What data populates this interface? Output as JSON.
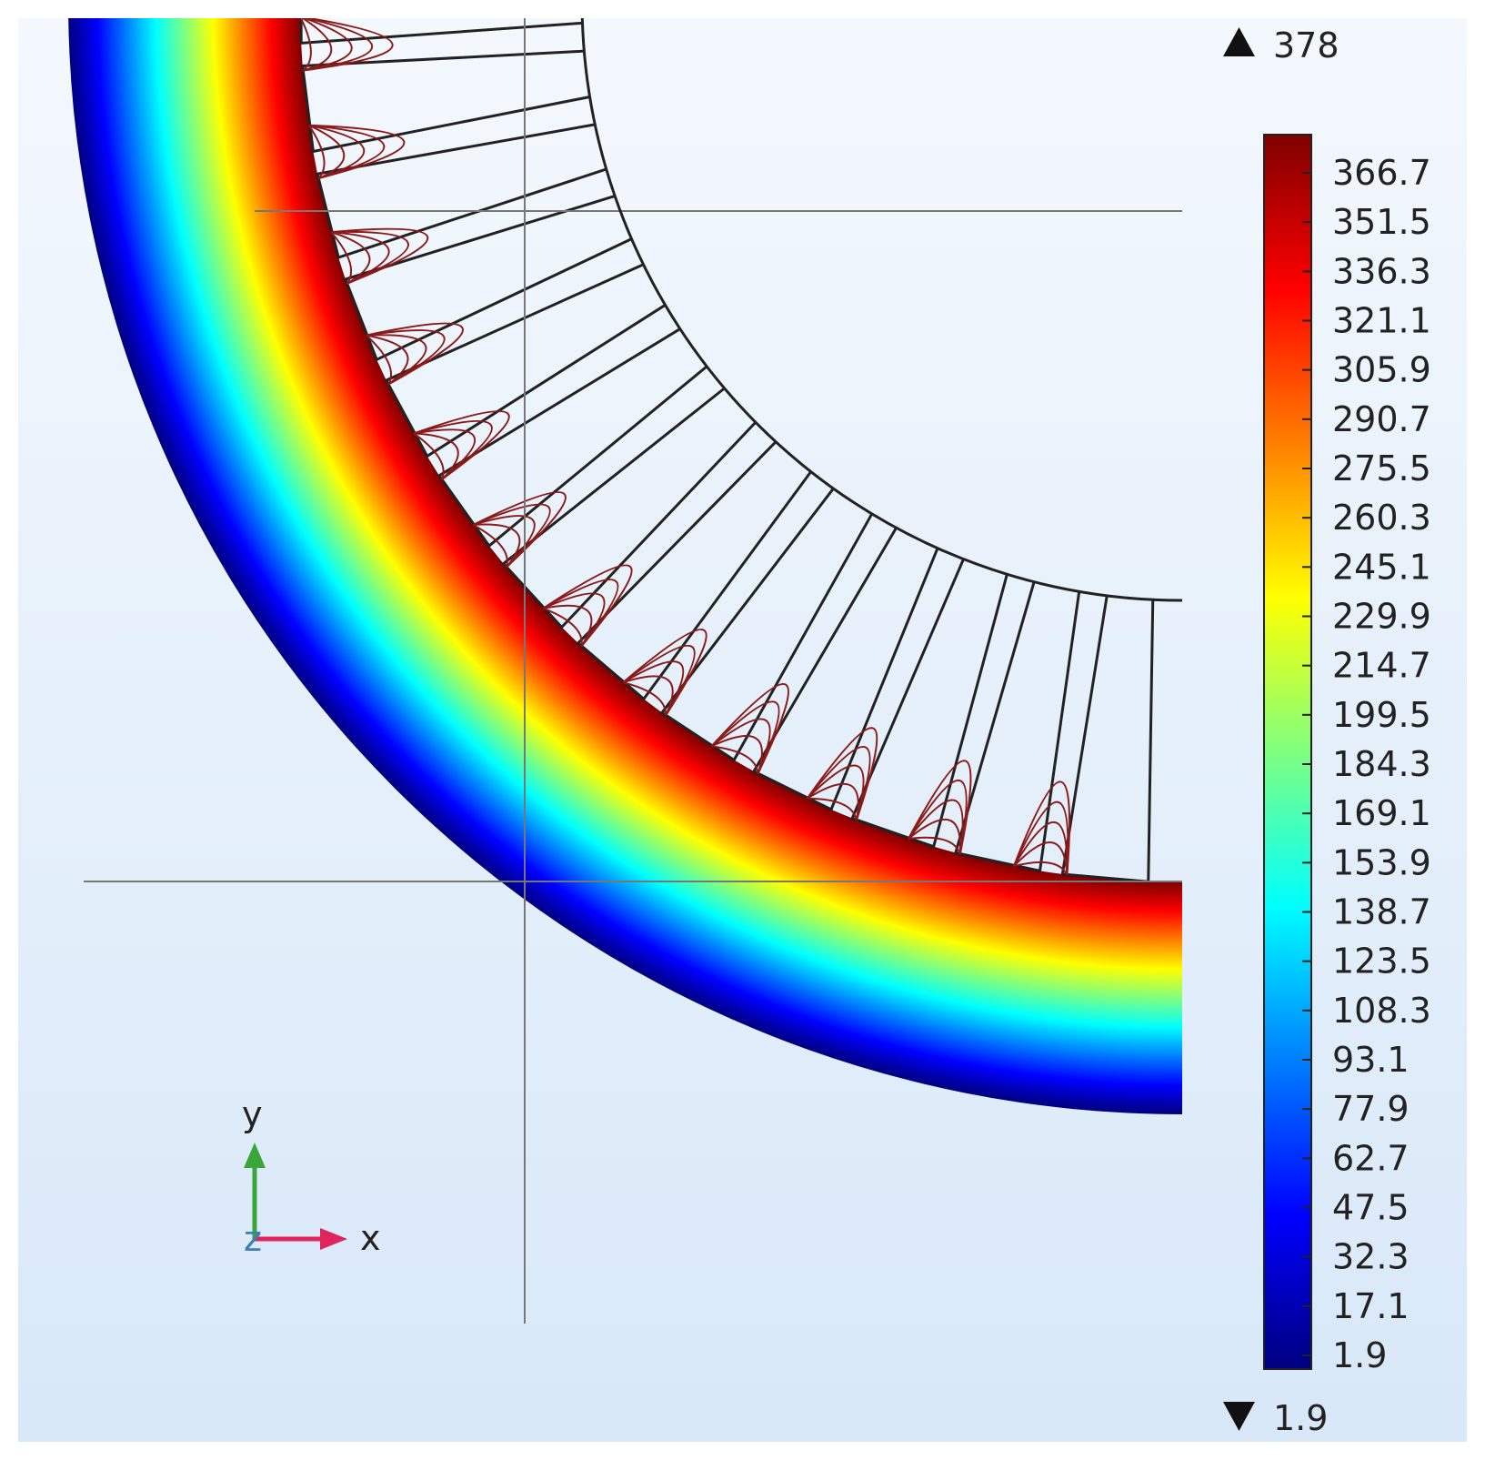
{
  "plot": {
    "max_label": "378",
    "min_label": "1.9",
    "colorbar_ticks": [
      "366.7",
      "351.5",
      "336.3",
      "321.1",
      "305.9",
      "290.7",
      "275.5",
      "260.3",
      "245.1",
      "229.9",
      "214.7",
      "199.5",
      "184.3",
      "169.1",
      "153.9",
      "138.7",
      "123.5",
      "108.3",
      "93.1",
      "77.9",
      "62.7",
      "47.5",
      "32.3",
      "17.1",
      "1.9"
    ],
    "colormap": [
      "#00007f",
      "#0000ff",
      "#007fff",
      "#00ffff",
      "#7fff7f",
      "#ffff00",
      "#ff7f00",
      "#ff0000",
      "#7f0000"
    ],
    "contour_color": "#8b1a1a",
    "background_gradient": [
      "#f3f8fd",
      "#d8e8f8"
    ],
    "teeth_count": 13
  },
  "triad": {
    "y_label": "y",
    "x_label": "x",
    "z_label": "z",
    "y_color": "#3aa53a",
    "x_color": "#e0245e"
  }
}
